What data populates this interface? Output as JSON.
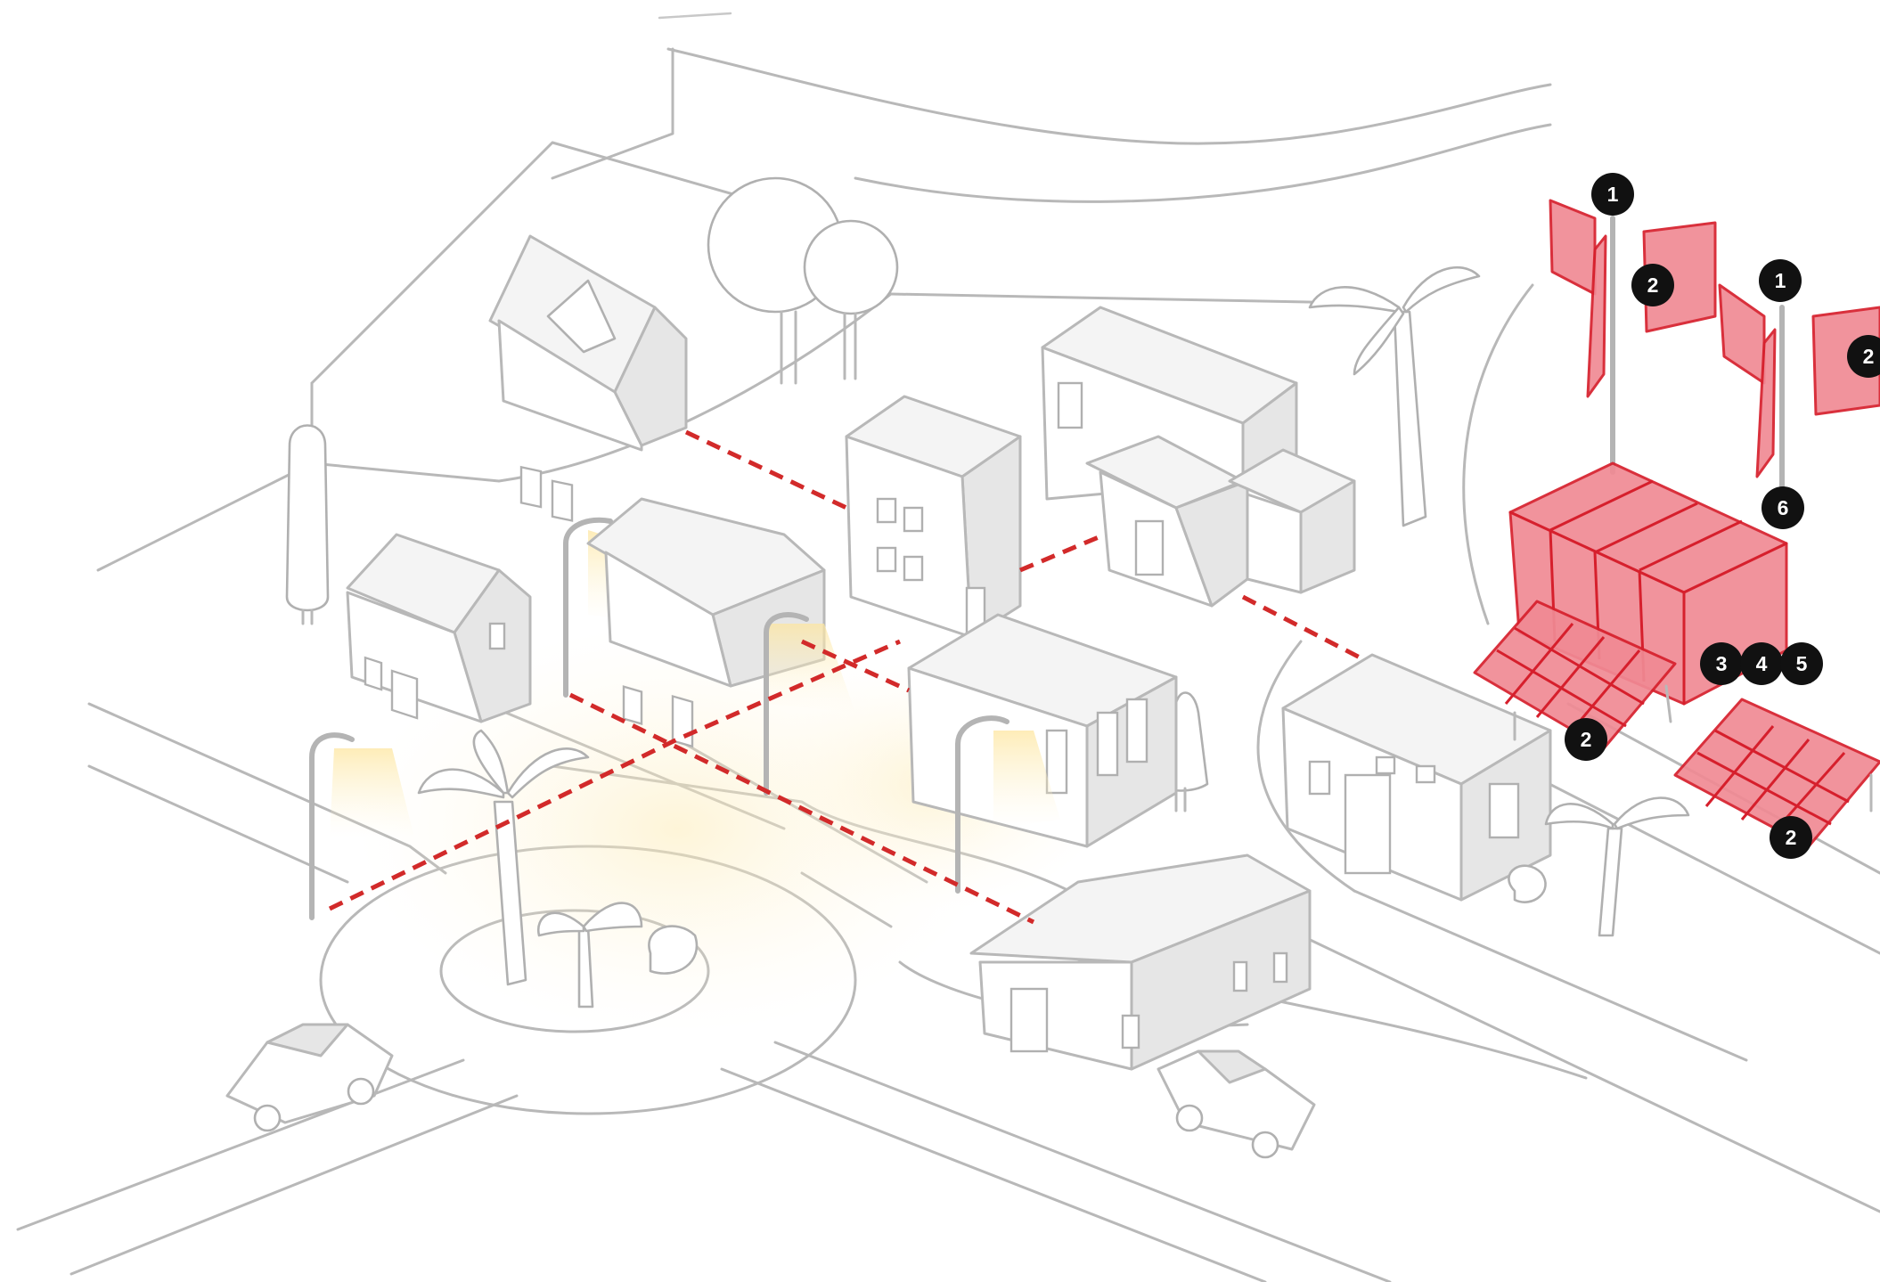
{
  "markers": [
    {
      "id": "m1a",
      "label": "1"
    },
    {
      "id": "m2a",
      "label": "2"
    },
    {
      "id": "m1b",
      "label": "1"
    },
    {
      "id": "m2b",
      "label": "2"
    },
    {
      "id": "m6",
      "label": "6"
    },
    {
      "id": "m3",
      "label": "3"
    },
    {
      "id": "m4",
      "label": "4"
    },
    {
      "id": "m5",
      "label": "5"
    },
    {
      "id": "m2c",
      "label": "2"
    },
    {
      "id": "m2d",
      "label": "2"
    }
  ],
  "colors": {
    "highlight": "#d61f2c",
    "highlight_fill": "#f08a94",
    "cable": "#d22a2a",
    "light_glow": "#fde9a8",
    "sketch": "#b8b8b8",
    "marker": "#111111"
  }
}
